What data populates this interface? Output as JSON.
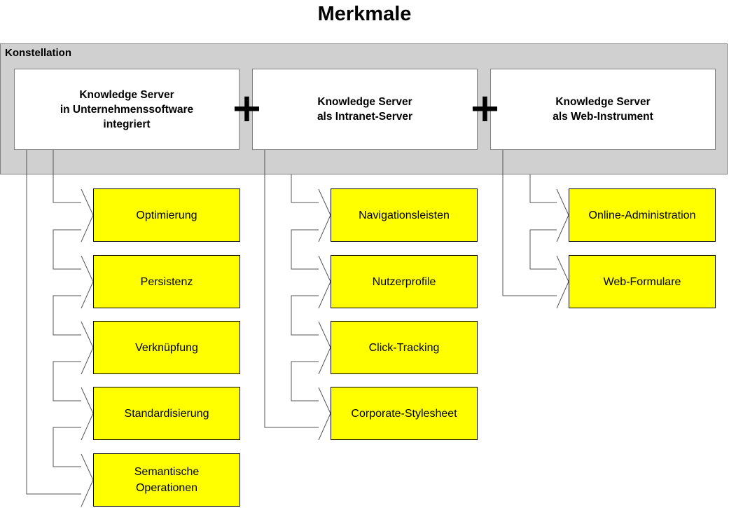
{
  "title": "Merkmale",
  "konstellation_label": "Konstellation",
  "servers": [
    {
      "label": "Knowledge Server\nin Unternehmenssoftware\nintegriert",
      "features": [
        "Optimierung",
        "Persistenz",
        "Verknüpfung",
        "Standardisierung",
        "Semantische\nOperationen"
      ]
    },
    {
      "label": "Knowledge Server\nals Intranet-Server",
      "features": [
        "Navigationsleisten",
        "Nutzerprofile",
        "Click-Tracking",
        "Corporate-Stylesheet"
      ]
    },
    {
      "label": "Knowledge Server\nals Web-Instrument",
      "features": [
        "Online-Administration",
        "Web-Formulare"
      ]
    }
  ],
  "connectors": [
    "+",
    "+"
  ],
  "colors": {
    "feature_fill": "#ffff00",
    "group_fill": "#d0d0d0"
  }
}
